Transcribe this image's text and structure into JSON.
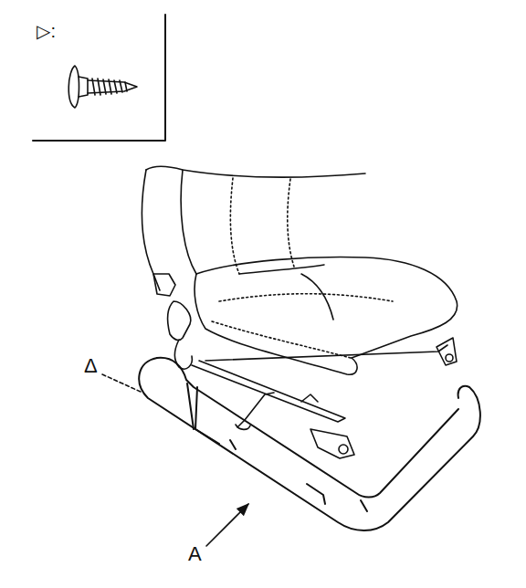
{
  "diagram": {
    "labels": [
      "▷:",
      "Δ",
      "A"
    ]
  }
}
